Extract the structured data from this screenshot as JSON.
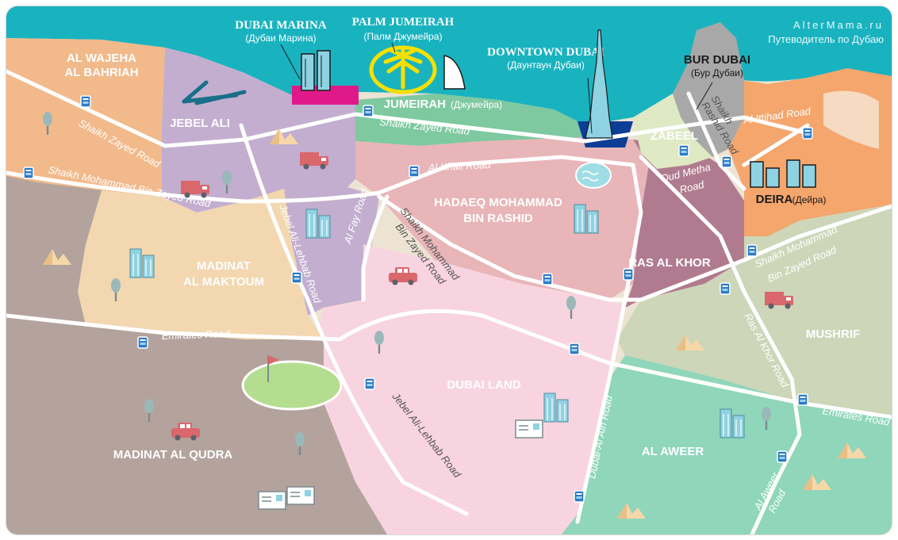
{
  "watermark": {
    "site": "AlterMama.ru",
    "tagline": "Путеводитель по Дубаю"
  },
  "districts": {
    "dubai_marina": {
      "name": "DUBAI MARINA",
      "ru": "(Дубаи Марина)"
    },
    "palm_jumeirah": {
      "name": "PALM JUMEIRAH",
      "ru": "(Палм Джумейра)"
    },
    "downtown_dubai": {
      "name": "DOWNTOWN DUBAI",
      "ru": "(Даунтаун Дубаи)"
    },
    "bur_dubai": {
      "name": "BUR DUBAI",
      "ru": "(Бур Дубаи)"
    },
    "jumeirah": {
      "name": "JUMEIRAH",
      "ru": "(Джумейра)"
    },
    "al_wajeha_1": "AL WAJEHA",
    "al_wajeha_2": "AL BAHRIAH",
    "jebel_ali": "JEBEL ALI",
    "zabeel": "ZABEEL",
    "deira": {
      "name": "DEIRA",
      "ru": "(Дейра)"
    },
    "hadaeq_1": "HADAEQ MOHAMMAD",
    "hadaeq_2": "BIN RASHID",
    "madinat_maktoum_1": "MADINAT",
    "madinat_maktoum_2": "AL MAKTOUM",
    "ras_al_khor": "RAS AL KHOR",
    "mushrif": "MUSHRIF",
    "dubai_land": "DUBAI LAND",
    "al_aweer": "AL AWEER",
    "madinat_al_qudra": "MADINAT AL QUDRA"
  },
  "roads": {
    "shaikh_zayed_west": "Shaikh Zayed Road",
    "shaikh_zayed_center": "Shaikh Zayed Road",
    "shaikh_mohammad_west": "Shaikh Mohammad Bin Zayed Road",
    "al_khail": "Al Khail Road",
    "jebel_ali_lehbab_1": "Jebel Ali-Lehbab Road",
    "al_fay": "Al Fay Road",
    "shaikh_mohammad_center_1": "Shaikh Mohammad",
    "shaikh_mohammad_center_2": "Bin Zayed Road",
    "emirates_west": "Emirates Road",
    "jebel_ali_lehbab_2": "Jebel Ali-Lehbab Road",
    "dubai_al_ain": "Dubai-Al Ain Road",
    "shaikh_rashid_1": "Shaikh",
    "shaikh_rashid_2": "Rashid Road",
    "al_ittihad": "Al Ittihad Road",
    "oud_metha_1": "Oud Metha",
    "oud_metha_2": "Road",
    "shaikh_mohammad_east_1": "Shaikh Mohammad",
    "shaikh_mohammad_east_2": "Bin Zayed Road",
    "ras_al_khor_road": "Ras Al Khor Road",
    "emirates_east": "Emirates Road",
    "al_aweer_road_1": "Al Aweer",
    "al_aweer_road_2": "Road"
  },
  "colors": {
    "sea": "#19b3c0",
    "al_wajeha": "#f2b98a",
    "jebel_ali": "#c3aed0",
    "jumeirah": "#7ec9a0",
    "hadaeq": "#e8b5b8",
    "dubai_land": "#f8d4e0",
    "madinat_maktoum": "#f2d7b0",
    "qudra": "#b3a39c",
    "ras_al_khor": "#b07b8f",
    "mushrif": "#cdd6b8",
    "al_aweer": "#8fd6bb",
    "deira": "#f4a66c",
    "bur_dubai": "#a8a8a8",
    "zabeel": "#dfe9c4",
    "marina_marker": "#e0198a",
    "downtown_marker": "#0c3e96",
    "road": "#ffffff"
  },
  "icons": [
    "road-sign-icon",
    "tree-icon",
    "car-icon",
    "truck-icon",
    "mountain-icon",
    "building-icon",
    "golf-flag-icon",
    "lake-icon",
    "burj-khalifa-icon",
    "burj-al-arab-icon",
    "palm-island-icon",
    "marina-towers-icon",
    "post-card-icon"
  ]
}
